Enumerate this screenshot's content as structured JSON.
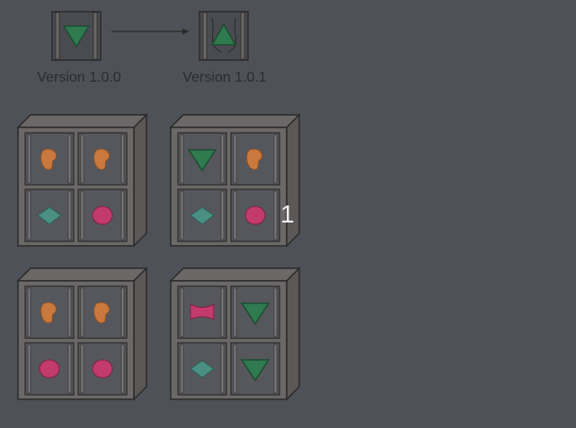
{
  "versions": [
    {
      "label": "Version 1.0.0",
      "icon": "green-gem-icon",
      "color": "#2f7a4f"
    },
    {
      "label": "Version 1.0.1",
      "icon": "green-gem-blob-icon",
      "color": "#2f7a4f"
    }
  ],
  "shelves": [
    {
      "items": [
        "orange-blob",
        "orange-blob",
        "green-diamond",
        "pink-blob"
      ]
    },
    {
      "items": [
        "green-gem",
        "orange-blob",
        "green-diamond",
        "pink-blob"
      ]
    },
    {
      "items": [
        "orange-blob",
        "orange-blob",
        "pink-blob",
        "pink-blob"
      ]
    },
    {
      "items": [
        "pink-bowtie",
        "green-gem",
        "green-diamond",
        "green-gem"
      ]
    }
  ],
  "counter": "1",
  "colors": {
    "background": "#4f5158",
    "frame": "#6b6867",
    "frame_dark": "#2b2a2a",
    "cell": "#56575d",
    "orange": "#c9793d",
    "pink": "#c23b6c",
    "green": "#2f7a4f",
    "teal": "#4a8f84"
  }
}
